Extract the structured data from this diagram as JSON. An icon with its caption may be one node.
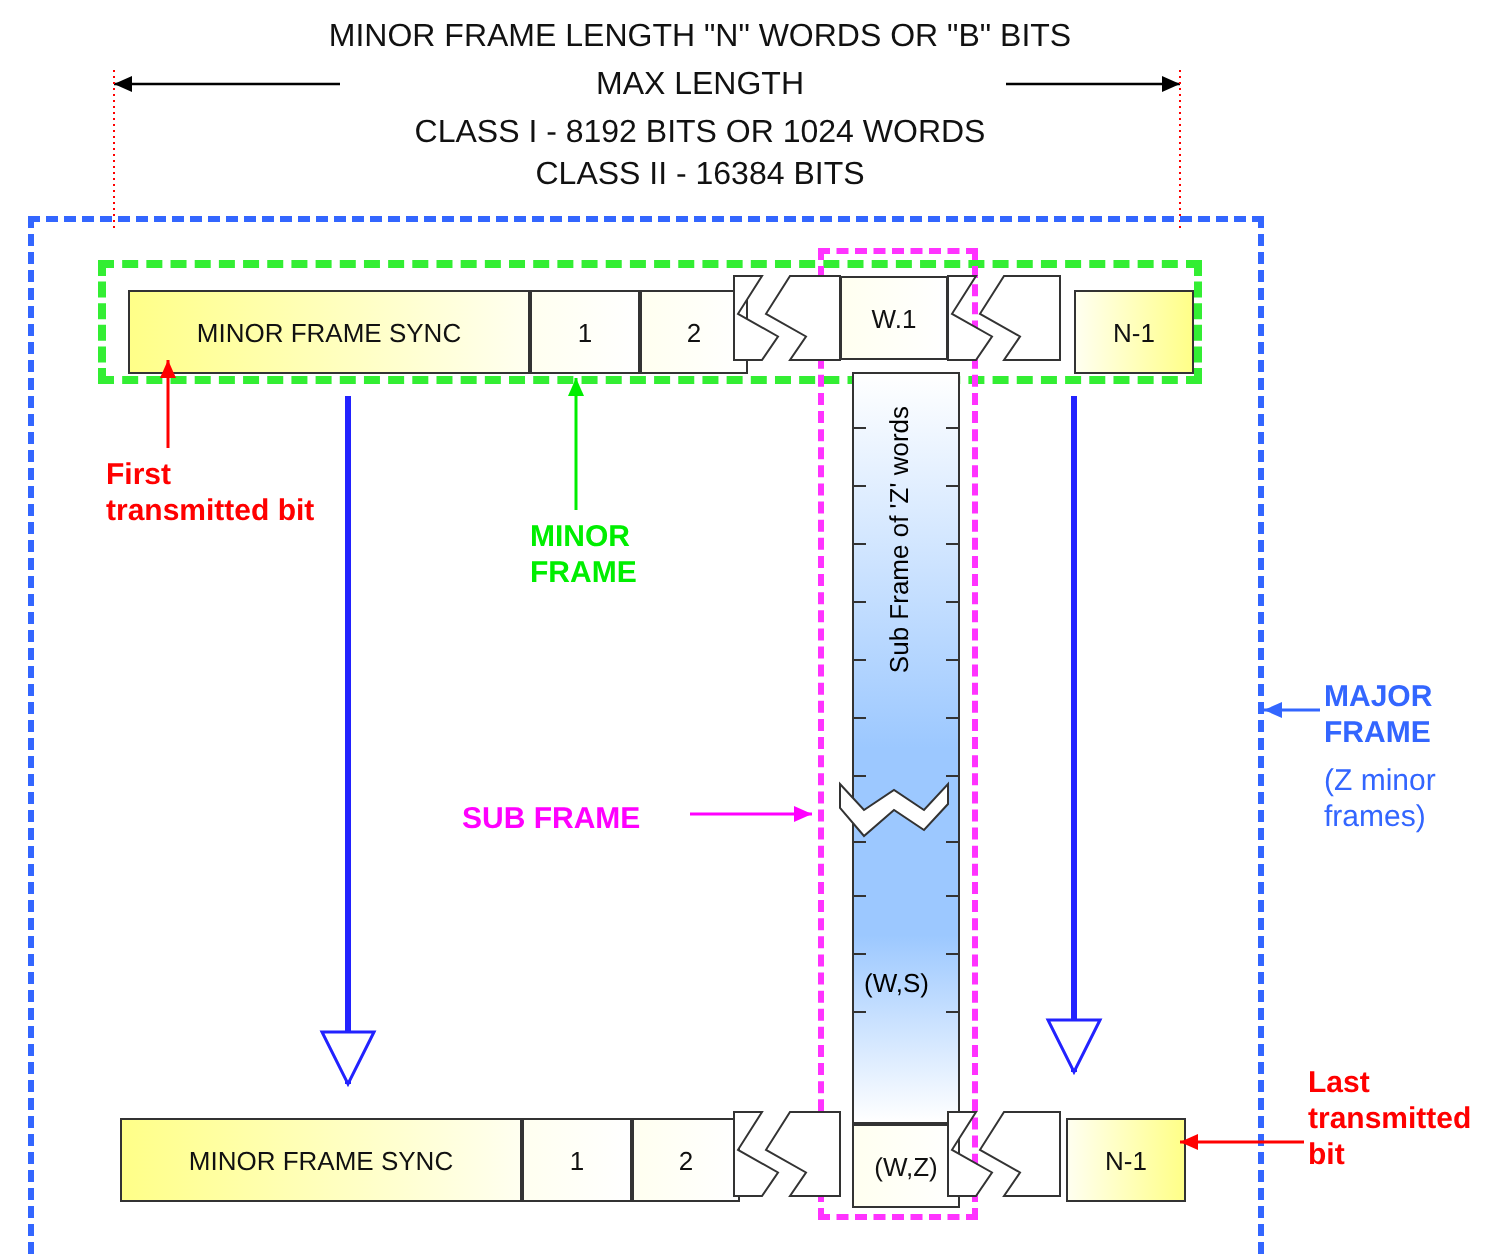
{
  "diagram": {
    "nodes": [
      {
        "text": [],
        "shape": "box"
      },
      {
        "text": [],
        "shape": "box",
        "in": 0
      },
      {
        "text": [
          "MINOR FRAME SYNC"
        ],
        "in": 1
      },
      {
        "text": [
          "1"
        ],
        "in": 1
      },
      {
        "text": [
          "2"
        ],
        "in": 1
      },
      {
        "text": [],
        "shape": "box",
        "in": 0
      },
      {
        "text": [
          "W.1"
        ]
      },
      {
        "text": [
          "N-1"
        ],
        "in": 1
      },
      {
        "text": [
          "Sub Frame of 'Z' words",
          "(W,S)"
        ],
        "in": 5
      },
      {
        "text": [
          "First transmitted bit"
        ],
        "in": 0
      },
      {
        "text": [
          "MINOR FRAME"
        ],
        "in": 0
      },
      {
        "text": [
          "SUB FRAME"
        ],
        "in": 0
      },
      {
        "text": [
          "MAJOR FRAME",
          "(Z minor frames)"
        ]
      },
      {
        "text": [
          "MINOR FRAME SYNC"
        ],
        "in": 0
      },
      {
        "text": [
          "1"
        ],
        "in": 0
      },
      {
        "text": [
          "2"
        ],
        "in": 0
      },
      {
        "text": [
          "(W,Z)"
        ],
        "in": 5
      },
      {
        "text": [
          "N-1"
        ],
        "in": 0
      },
      {
        "text": [
          "Last transmitted bit"
        ]
      }
    ],
    "edges": [
      {
        "from": 9,
        "to": 2,
        "arrow": "to",
        "color": "#ff0000"
      },
      {
        "from": 10,
        "to": 1,
        "arrow": "to",
        "color": "#00ee00"
      },
      {
        "from": 11,
        "to": 5,
        "arrow": "to",
        "color": "#ff00ff"
      },
      {
        "from": 12,
        "to": 0,
        "arrow": "to",
        "color": "#3366ff"
      },
      {
        "from": 18,
        "to": 17,
        "arrow": "to",
        "color": "#ff0000"
      },
      {
        "from": 2,
        "to": 13,
        "arrow": "to",
        "style": "thick",
        "color": "#2222ff"
      },
      {
        "from": 7,
        "to": 17,
        "arrow": "to",
        "style": "thick",
        "color": "#2222ff"
      }
    ],
    "labels": [
      "MINOR FRAME LENGTH \"N\" WORDS OR \"B\" BITS",
      "MAX LENGTH",
      "CLASS I - 8192 BITS OR 1024 WORDS",
      "CLASS II - 16384 BITS"
    ]
  }
}
